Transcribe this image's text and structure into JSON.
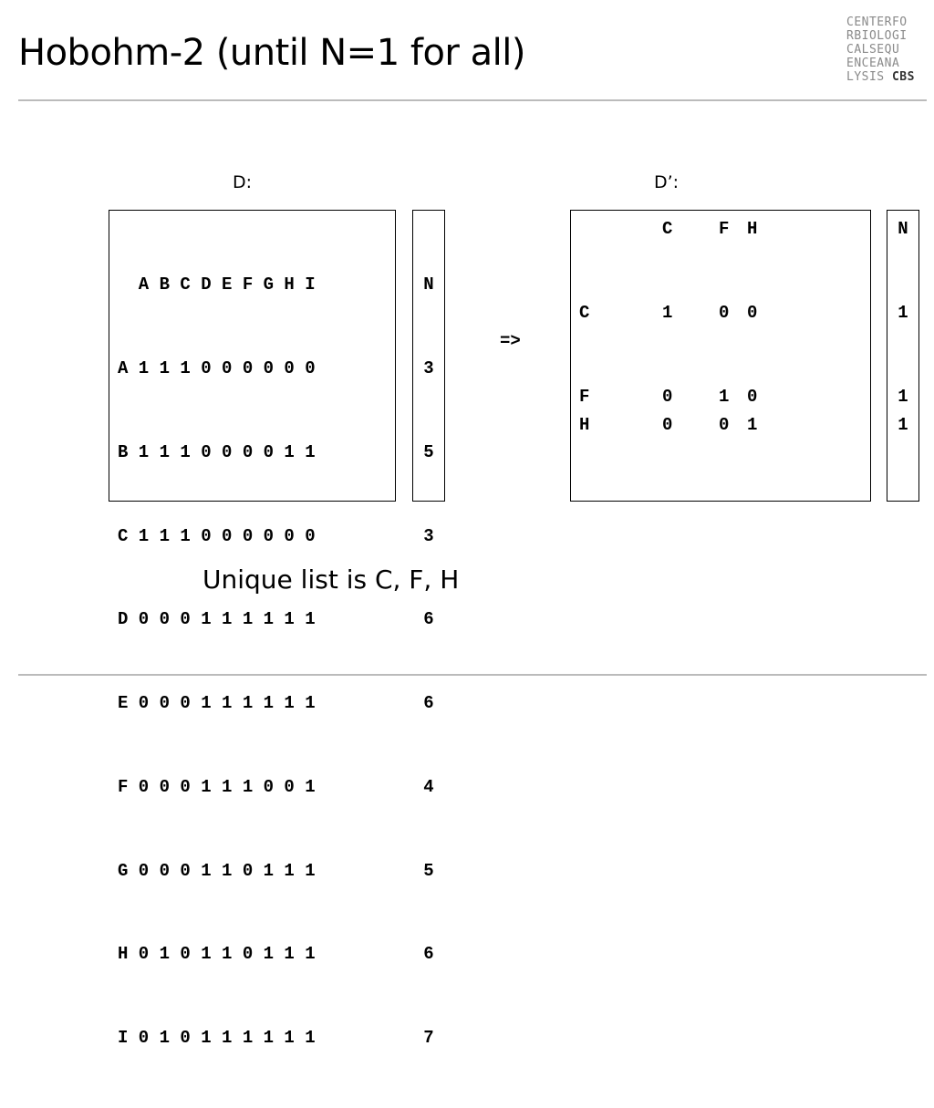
{
  "slide": {
    "title": "Hobohm-2 (until N=1 for all)",
    "logo": {
      "lines": [
        "CENTERFO",
        "RBIOLOGI",
        "CALSEQU",
        "ENCEANA"
      ],
      "last_prefix": "LYSIS ",
      "last_bold": "CBS"
    },
    "d_label": "D:",
    "dprime_label": "D’:",
    "arrow": "=>",
    "footer_text": "Unique list is C, F, H"
  },
  "matrix_d": {
    "header": "  A B C D E F G H I",
    "rows": [
      "A 1 1 1 0 0 0 0 0 0",
      "B 1 1 1 0 0 0 0 1 1",
      "C 1 1 1 0 0 0 0 0 0",
      "D 0 0 0 1 1 1 1 1 1",
      "E 0 0 0 1 1 1 1 1 1",
      "F 0 0 0 1 1 1 0 0 1",
      "G 0 0 0 1 1 0 1 1 1",
      "H 0 1 0 1 1 0 1 1 1",
      "I 0 1 0 1 1 1 1 1 1"
    ]
  },
  "n_d": {
    "header": "N",
    "values": [
      "3",
      "5",
      "3",
      "6",
      "6",
      "4",
      "5",
      "6",
      "7"
    ]
  },
  "matrix_dprime": {
    "columns": [
      "C",
      "F",
      "H"
    ],
    "rows": [
      {
        "label": "C",
        "values": [
          "1",
          "0",
          "0"
        ]
      },
      {
        "label": "F",
        "values": [
          "0",
          "1",
          "0"
        ]
      },
      {
        "label": "H",
        "values": [
          "0",
          "0",
          "1"
        ]
      }
    ]
  },
  "n_dprime": {
    "header": "N",
    "values": [
      "1",
      "1",
      "1"
    ]
  }
}
